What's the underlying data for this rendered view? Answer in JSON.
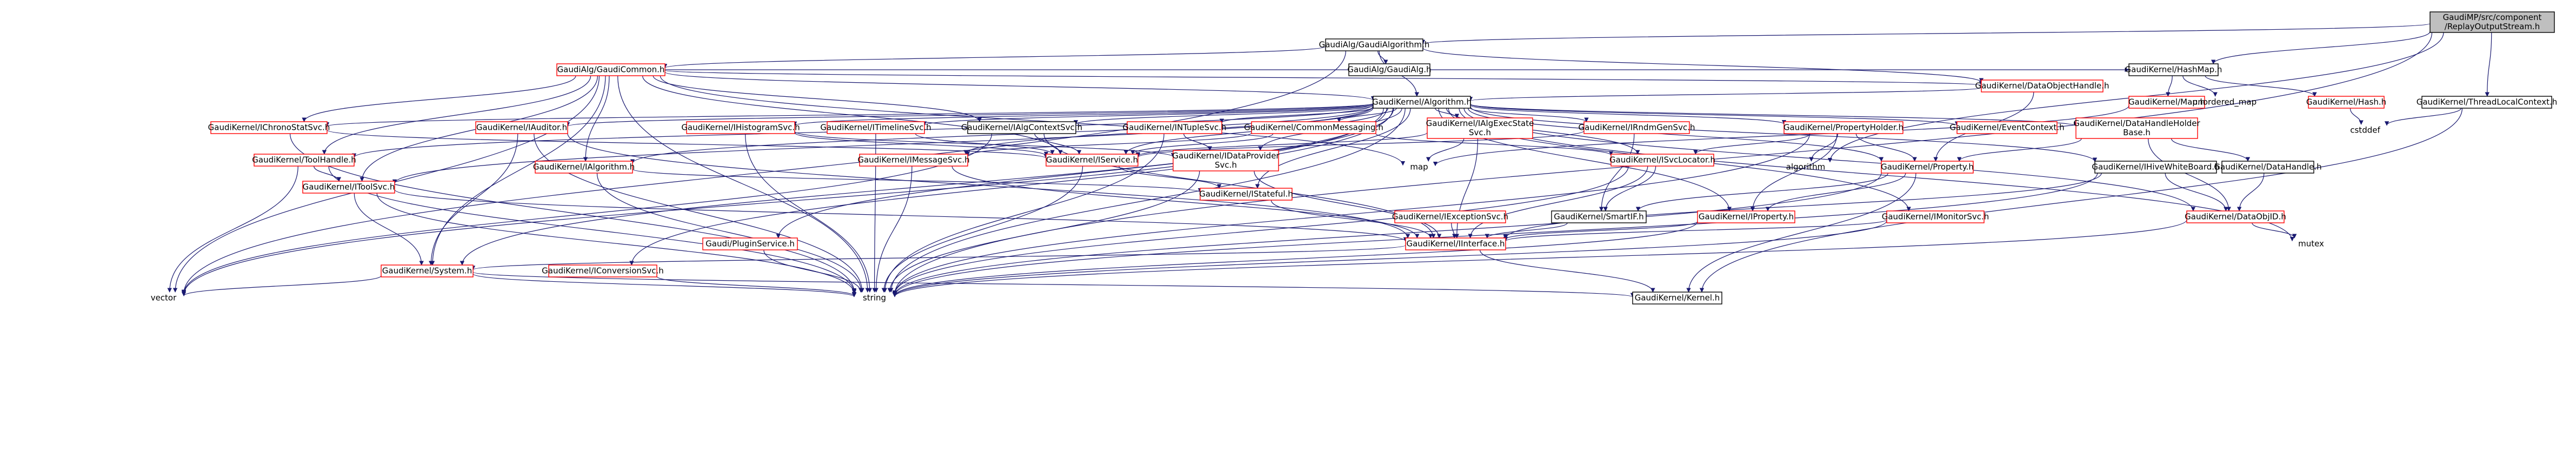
{
  "colors": {
    "edge": "#191970",
    "root_fill": "#bfbfbf",
    "root_border": "#000000",
    "linked_border": "#000000",
    "missing_border": "#ff0000",
    "node_fill": "#ffffff",
    "text": "#000000"
  },
  "nodes": [
    {
      "id": "root",
      "lines": [
        "GaudiMP/src/component",
        "/ReplayOutputStream.h"
      ],
      "kind": "root"
    },
    {
      "id": "gaudialg",
      "lines": [
        "GaudiAlg/GaudiAlgorithm.h"
      ],
      "kind": "linked"
    },
    {
      "id": "gaudialgh",
      "lines": [
        "GaudiAlg/GaudiAlg.h"
      ],
      "kind": "linked"
    },
    {
      "id": "gaudicommon",
      "lines": [
        "GaudiAlg/GaudiCommon.h"
      ],
      "kind": "missing"
    },
    {
      "id": "hashmap",
      "lines": [
        "GaudiKernel/HashMap.h"
      ],
      "kind": "linked"
    },
    {
      "id": "dataobjhandle",
      "lines": [
        "GaudiKernel/DataObjectHandle.h"
      ],
      "kind": "missing"
    },
    {
      "id": "algorithm",
      "lines": [
        "GaudiKernel/Algorithm.h"
      ],
      "kind": "linked"
    },
    {
      "id": "mapH",
      "lines": [
        "GaudiKernel/Map.h"
      ],
      "kind": "missing"
    },
    {
      "id": "unordered_map",
      "lines": [
        "unordered_map"
      ],
      "kind": "plain"
    },
    {
      "id": "hashH",
      "lines": [
        "GaudiKernel/Hash.h"
      ],
      "kind": "missing"
    },
    {
      "id": "threadlocal",
      "lines": [
        "GaudiKernel/ThreadLocalContext.h"
      ],
      "kind": "linked"
    },
    {
      "id": "cstddef",
      "lines": [
        "cstddef"
      ],
      "kind": "plain"
    },
    {
      "id": "ichrono",
      "lines": [
        "GaudiKernel/IChronoStatSvc.h"
      ],
      "kind": "missing"
    },
    {
      "id": "iauditor",
      "lines": [
        "GaudiKernel/IAuditor.h"
      ],
      "kind": "missing"
    },
    {
      "id": "ihisto",
      "lines": [
        "GaudiKernel/IHistogramSvc.h"
      ],
      "kind": "missing"
    },
    {
      "id": "itimeline",
      "lines": [
        "GaudiKernel/ITimelineSvc.h"
      ],
      "kind": "missing"
    },
    {
      "id": "ialgctx",
      "lines": [
        "GaudiKernel/IAlgContextSvc.h"
      ],
      "kind": "linked"
    },
    {
      "id": "intuple",
      "lines": [
        "GaudiKernel/INTupleSvc.h"
      ],
      "kind": "missing"
    },
    {
      "id": "commonmsg",
      "lines": [
        "GaudiKernel/CommonMessaging.h"
      ],
      "kind": "missing"
    },
    {
      "id": "ialgexec",
      "lines": [
        "GaudiKernel/IAlgExecState",
        "Svc.h"
      ],
      "kind": "missing"
    },
    {
      "id": "irndm",
      "lines": [
        "GaudiKernel/IRndmGenSvc.h"
      ],
      "kind": "missing"
    },
    {
      "id": "propholder",
      "lines": [
        "GaudiKernel/PropertyHolder.h"
      ],
      "kind": "missing"
    },
    {
      "id": "eventctx",
      "lines": [
        "GaudiKernel/EventContext.h"
      ],
      "kind": "missing"
    },
    {
      "id": "dhholder",
      "lines": [
        "GaudiKernel/DataHandleHolder",
        "Base.h"
      ],
      "kind": "missing"
    },
    {
      "id": "toolhandle",
      "lines": [
        "GaudiKernel/ToolHandle.h"
      ],
      "kind": "missing"
    },
    {
      "id": "imessage",
      "lines": [
        "GaudiKernel/IMessageSvc.h"
      ],
      "kind": "missing"
    },
    {
      "id": "iservice",
      "lines": [
        "GaudiKernel/IService.h"
      ],
      "kind": "missing"
    },
    {
      "id": "idataprov",
      "lines": [
        "GaudiKernel/IDataProvider",
        "Svc.h"
      ],
      "kind": "missing"
    },
    {
      "id": "map",
      "lines": [
        "map"
      ],
      "kind": "plain"
    },
    {
      "id": "isvcloc",
      "lines": [
        "GaudiKernel/ISvcLocator.h"
      ],
      "kind": "missing"
    },
    {
      "id": "algorithmStd",
      "lines": [
        "algorithm"
      ],
      "kind": "plain"
    },
    {
      "id": "property",
      "lines": [
        "GaudiKernel/Property.h"
      ],
      "kind": "missing"
    },
    {
      "id": "ihiveboard",
      "lines": [
        "GaudiKernel/IHiveWhiteBoard.h"
      ],
      "kind": "linked"
    },
    {
      "id": "datahandle",
      "lines": [
        "GaudiKernel/DataHandle.h"
      ],
      "kind": "linked"
    },
    {
      "id": "ialgorithm",
      "lines": [
        "GaudiKernel/IAlgorithm.h"
      ],
      "kind": "missing"
    },
    {
      "id": "itoolsvc",
      "lines": [
        "GaudiKernel/IToolSvc.h"
      ],
      "kind": "missing"
    },
    {
      "id": "istateful",
      "lines": [
        "GaudiKernel/IStateful.h"
      ],
      "kind": "missing"
    },
    {
      "id": "iexception",
      "lines": [
        "GaudiKernel/IExceptionSvc.h"
      ],
      "kind": "missing"
    },
    {
      "id": "smartif",
      "lines": [
        "GaudiKernel/SmartIF.h"
      ],
      "kind": "linked"
    },
    {
      "id": "iproperty",
      "lines": [
        "GaudiKernel/IProperty.h"
      ],
      "kind": "missing"
    },
    {
      "id": "imonitor",
      "lines": [
        "GaudiKernel/IMonitorSvc.h"
      ],
      "kind": "missing"
    },
    {
      "id": "dataobjid",
      "lines": [
        "GaudiKernel/DataObjID.h"
      ],
      "kind": "missing"
    },
    {
      "id": "pluginsvc",
      "lines": [
        "Gaudi/PluginService.h"
      ],
      "kind": "missing"
    },
    {
      "id": "iinterface",
      "lines": [
        "GaudiKernel/IInterface.h"
      ],
      "kind": "missing"
    },
    {
      "id": "mutex",
      "lines": [
        "mutex"
      ],
      "kind": "plain"
    },
    {
      "id": "system",
      "lines": [
        "GaudiKernel/System.h"
      ],
      "kind": "missing"
    },
    {
      "id": "iconversion",
      "lines": [
        "GaudiKernel/IConversionSvc.h"
      ],
      "kind": "missing"
    },
    {
      "id": "vector",
      "lines": [
        "vector"
      ],
      "kind": "plain"
    },
    {
      "id": "string",
      "lines": [
        "string"
      ],
      "kind": "plain"
    },
    {
      "id": "kernel",
      "lines": [
        "GaudiKernel/Kernel.h"
      ],
      "kind": "linked"
    }
  ],
  "edges": [
    [
      "root",
      "gaudialg"
    ],
    [
      "root",
      "hashmap"
    ],
    [
      "root",
      "threadlocal"
    ],
    [
      "root",
      "algorithmStd"
    ],
    [
      "root",
      "string"
    ],
    [
      "gaudialg",
      "gaudialgh"
    ],
    [
      "gaudialg",
      "gaudicommon"
    ],
    [
      "gaudialg",
      "algorithm"
    ],
    [
      "gaudialg",
      "dataobjhandle"
    ],
    [
      "gaudialg",
      "vector"
    ],
    [
      "gaudicommon",
      "hashmap"
    ],
    [
      "gaudicommon",
      "dataobjhandle"
    ],
    [
      "gaudicommon",
      "algorithm"
    ],
    [
      "gaudicommon",
      "ichrono"
    ],
    [
      "gaudicommon",
      "ialgctx"
    ],
    [
      "gaudicommon",
      "itoolsvc"
    ],
    [
      "gaudicommon",
      "toolhandle"
    ],
    [
      "gaudicommon",
      "iservice"
    ],
    [
      "gaudicommon",
      "system"
    ],
    [
      "gaudicommon",
      "ialgorithm"
    ],
    [
      "gaudicommon",
      "map"
    ],
    [
      "gaudicommon",
      "vector"
    ],
    [
      "gaudicommon",
      "string"
    ],
    [
      "hashmap",
      "mapH"
    ],
    [
      "hashmap",
      "unordered_map"
    ],
    [
      "hashmap",
      "hashH"
    ],
    [
      "hashH",
      "cstddef"
    ],
    [
      "threadlocal",
      "cstddef"
    ],
    [
      "threadlocal",
      "kernel"
    ],
    [
      "dataobjhandle",
      "algorithm"
    ],
    [
      "dataobjhandle",
      "property"
    ],
    [
      "mapH",
      "map"
    ],
    [
      "algorithm",
      "ichrono"
    ],
    [
      "algorithm",
      "iauditor"
    ],
    [
      "algorithm",
      "ihisto"
    ],
    [
      "algorithm",
      "itimeline"
    ],
    [
      "algorithm",
      "ialgctx"
    ],
    [
      "algorithm",
      "intuple"
    ],
    [
      "algorithm",
      "commonmsg"
    ],
    [
      "algorithm",
      "ialgexec"
    ],
    [
      "algorithm",
      "irndm"
    ],
    [
      "algorithm",
      "propholder"
    ],
    [
      "algorithm",
      "eventctx"
    ],
    [
      "algorithm",
      "dhholder"
    ],
    [
      "algorithm",
      "toolhandle"
    ],
    [
      "algorithm",
      "imessage"
    ],
    [
      "algorithm",
      "iservice"
    ],
    [
      "algorithm",
      "idataprov"
    ],
    [
      "algorithm",
      "isvcloc"
    ],
    [
      "algorithm",
      "property"
    ],
    [
      "algorithm",
      "ihiveboard"
    ],
    [
      "algorithm",
      "ialgorithm"
    ],
    [
      "algorithm",
      "itoolsvc"
    ],
    [
      "algorithm",
      "istateful"
    ],
    [
      "algorithm",
      "iproperty"
    ],
    [
      "algorithm",
      "imonitor"
    ],
    [
      "algorithm",
      "dataobjid"
    ],
    [
      "algorithm",
      "pluginsvc"
    ],
    [
      "algorithm",
      "iconversion"
    ],
    [
      "algorithm",
      "system"
    ],
    [
      "algorithm",
      "vector"
    ],
    [
      "algorithm",
      "string"
    ],
    [
      "algorithm",
      "mutex"
    ],
    [
      "ichrono",
      "iservice"
    ],
    [
      "ichrono",
      "string"
    ],
    [
      "iauditor",
      "iinterface"
    ],
    [
      "iauditor",
      "system"
    ],
    [
      "iauditor",
      "string"
    ],
    [
      "ihisto",
      "iservice"
    ],
    [
      "ihisto",
      "idataprov"
    ],
    [
      "ihisto",
      "string"
    ],
    [
      "itimeline",
      "iservice"
    ],
    [
      "itimeline",
      "string"
    ],
    [
      "ialgctx",
      "iinterface"
    ],
    [
      "ialgctx",
      "vector"
    ],
    [
      "ialgctx",
      "iservice"
    ],
    [
      "intuple",
      "idataprov"
    ],
    [
      "intuple",
      "string"
    ],
    [
      "commonmsg",
      "imessage"
    ],
    [
      "commonmsg",
      "isvcloc"
    ],
    [
      "commonmsg",
      "iservice"
    ],
    [
      "ialgexec",
      "iservice"
    ],
    [
      "ialgexec",
      "map"
    ],
    [
      "ialgexec",
      "iinterface"
    ],
    [
      "irndm",
      "iservice"
    ],
    [
      "irndm",
      "smartif"
    ],
    [
      "propholder",
      "property"
    ],
    [
      "propholder",
      "iproperty"
    ],
    [
      "propholder",
      "isvcloc"
    ],
    [
      "propholder",
      "algorithmStd"
    ],
    [
      "propholder",
      "string"
    ],
    [
      "dhholder",
      "datahandle"
    ],
    [
      "dhholder",
      "dataobjid"
    ],
    [
      "dhholder",
      "property"
    ],
    [
      "toolhandle",
      "itoolsvc"
    ],
    [
      "toolhandle",
      "vector"
    ],
    [
      "toolhandle",
      "string"
    ],
    [
      "imessage",
      "iinterface"
    ],
    [
      "imessage",
      "string"
    ],
    [
      "iservice",
      "istateful"
    ],
    [
      "iservice",
      "string"
    ],
    [
      "idataprov",
      "iinterface"
    ],
    [
      "idataprov",
      "string"
    ],
    [
      "isvcloc",
      "iinterface"
    ],
    [
      "isvcloc",
      "smartif"
    ],
    [
      "isvcloc",
      "string"
    ],
    [
      "property",
      "iproperty"
    ],
    [
      "property",
      "smartif"
    ],
    [
      "property",
      "string"
    ],
    [
      "property",
      "kernel"
    ],
    [
      "ihiveboard",
      "iinterface"
    ],
    [
      "ihiveboard",
      "dataobjid"
    ],
    [
      "ihiveboard",
      "string"
    ],
    [
      "datahandle",
      "dataobjid"
    ],
    [
      "ialgorithm",
      "istateful"
    ],
    [
      "ialgorithm",
      "string"
    ],
    [
      "itoolsvc",
      "system"
    ],
    [
      "itoolsvc",
      "iinterface"
    ],
    [
      "itoolsvc",
      "string"
    ],
    [
      "istateful",
      "iinterface"
    ],
    [
      "iexception",
      "iinterface"
    ],
    [
      "smartif",
      "iinterface"
    ],
    [
      "iproperty",
      "iinterface"
    ],
    [
      "iproperty",
      "string"
    ],
    [
      "imonitor",
      "iinterface"
    ],
    [
      "imonitor",
      "string"
    ],
    [
      "dataobjid",
      "string"
    ],
    [
      "dataobjid",
      "mutex"
    ],
    [
      "pluginsvc",
      "string"
    ],
    [
      "iinterface",
      "system"
    ],
    [
      "iinterface",
      "kernel"
    ],
    [
      "system",
      "vector"
    ],
    [
      "system",
      "string"
    ],
    [
      "system",
      "kernel"
    ],
    [
      "iconversion",
      "string"
    ]
  ]
}
